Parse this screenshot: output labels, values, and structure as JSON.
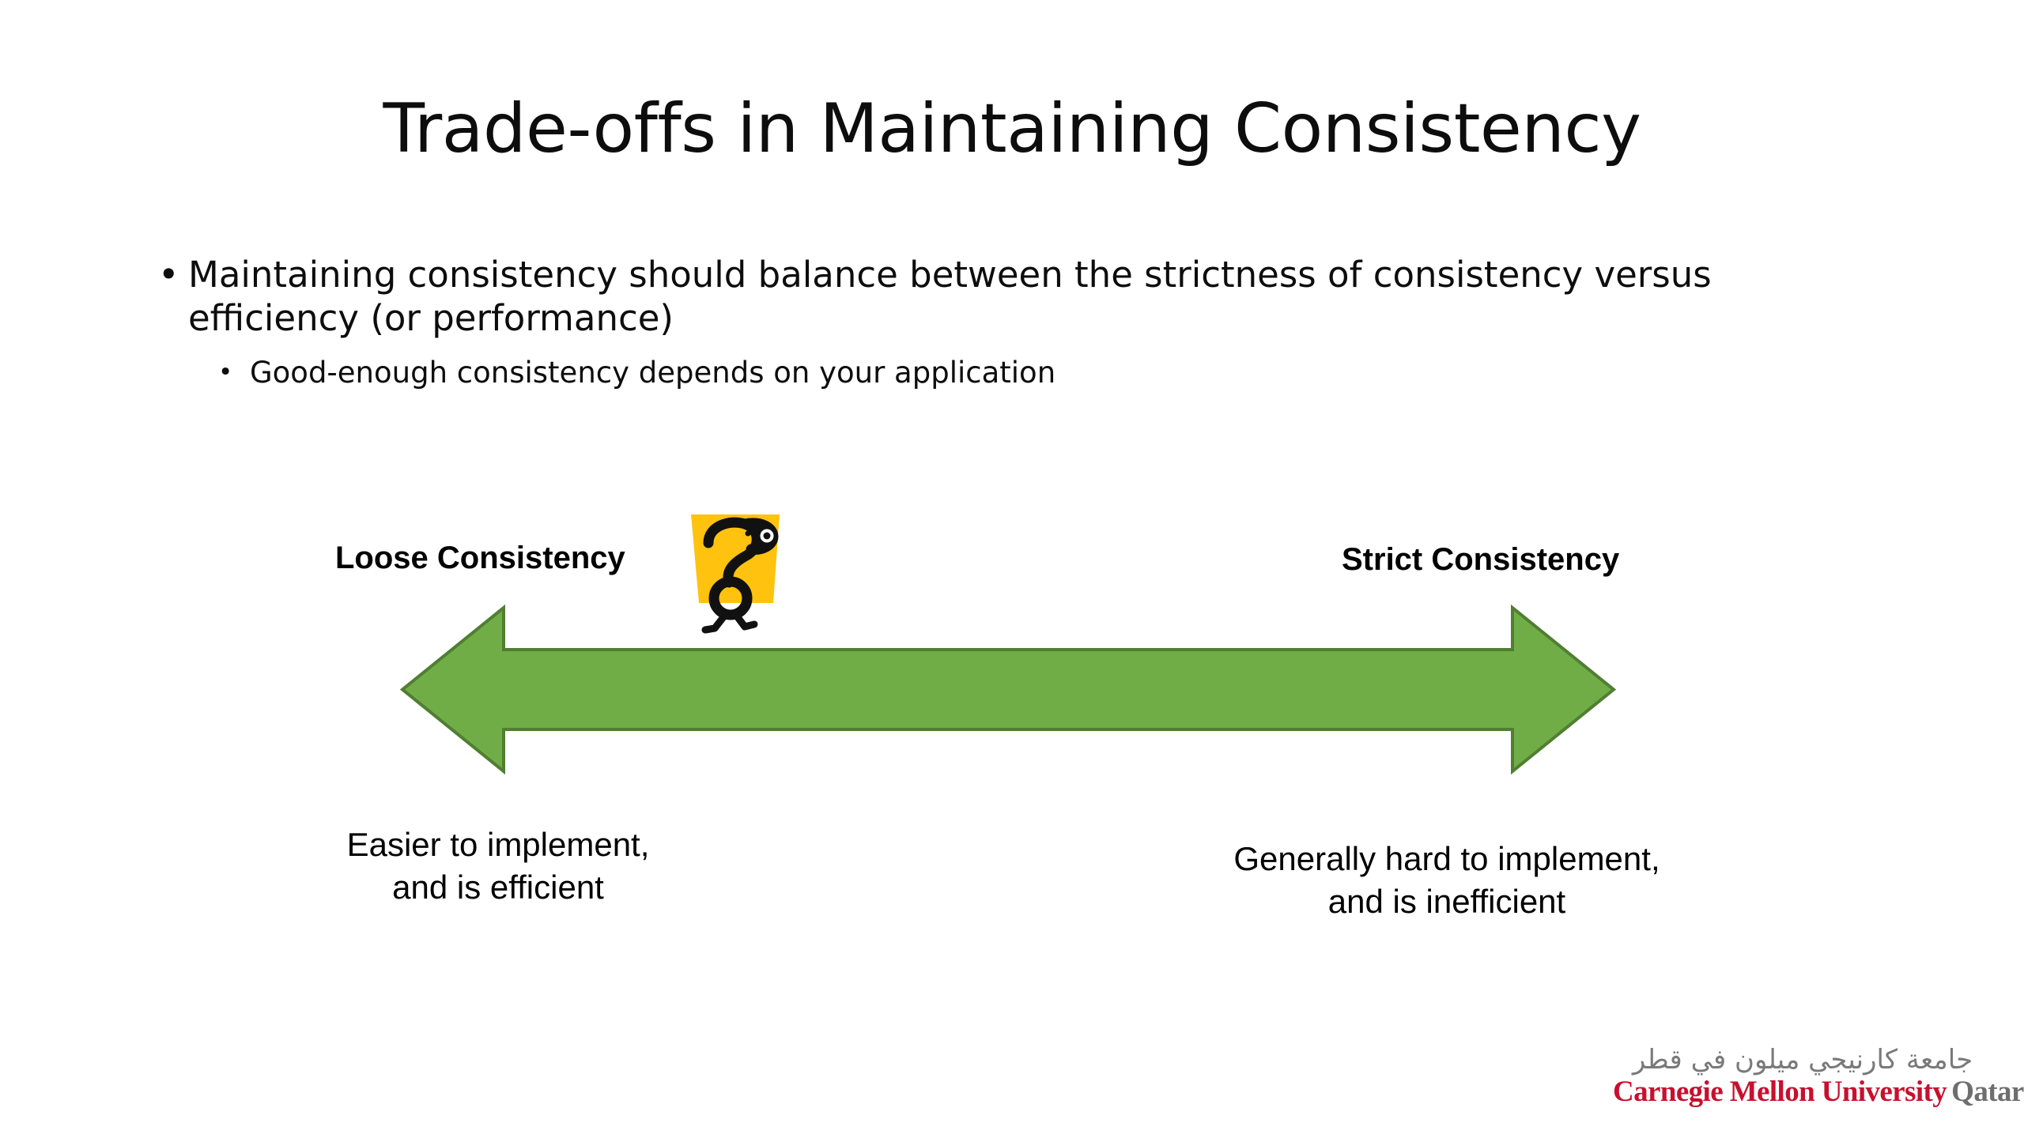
{
  "slide": {
    "title": "Trade-offs in Maintaining Consistency",
    "background_color": "#FFFFFF",
    "bullets": [
      {
        "level": 1,
        "marker": "•",
        "text": "Maintaining consistency should balance between the strictness of consistency versus efficiency (or performance)"
      },
      {
        "level": 2,
        "marker": "•",
        "text": "Good-enough consistency depends on your application"
      }
    ],
    "diagram": {
      "type": "double-headed-spectrum-arrow",
      "arrow_color": "#70AD47",
      "arrow_outline_color": "#507E32",
      "left_label": "Loose Consistency",
      "right_label": "Strict Consistency",
      "label_color": "#1F6FC5",
      "left_caption": "Easier to implement,\nand is efficient",
      "right_caption": "Generally hard to implement,\nand is inefficient",
      "caption_color": "#000000",
      "clipart": {
        "name": "question-mark-walking-figure",
        "badge_color": "#FFC20E",
        "ink_color": "#111111"
      }
    },
    "logo": {
      "arabic": "جامعة كارنيجي ميلون في قطر",
      "primary": "Carnegie Mellon University",
      "secondary": "Qatar",
      "primary_color": "#C8102E",
      "secondary_color": "#6E6E6E",
      "arabic_color": "#7A7A7A"
    }
  }
}
